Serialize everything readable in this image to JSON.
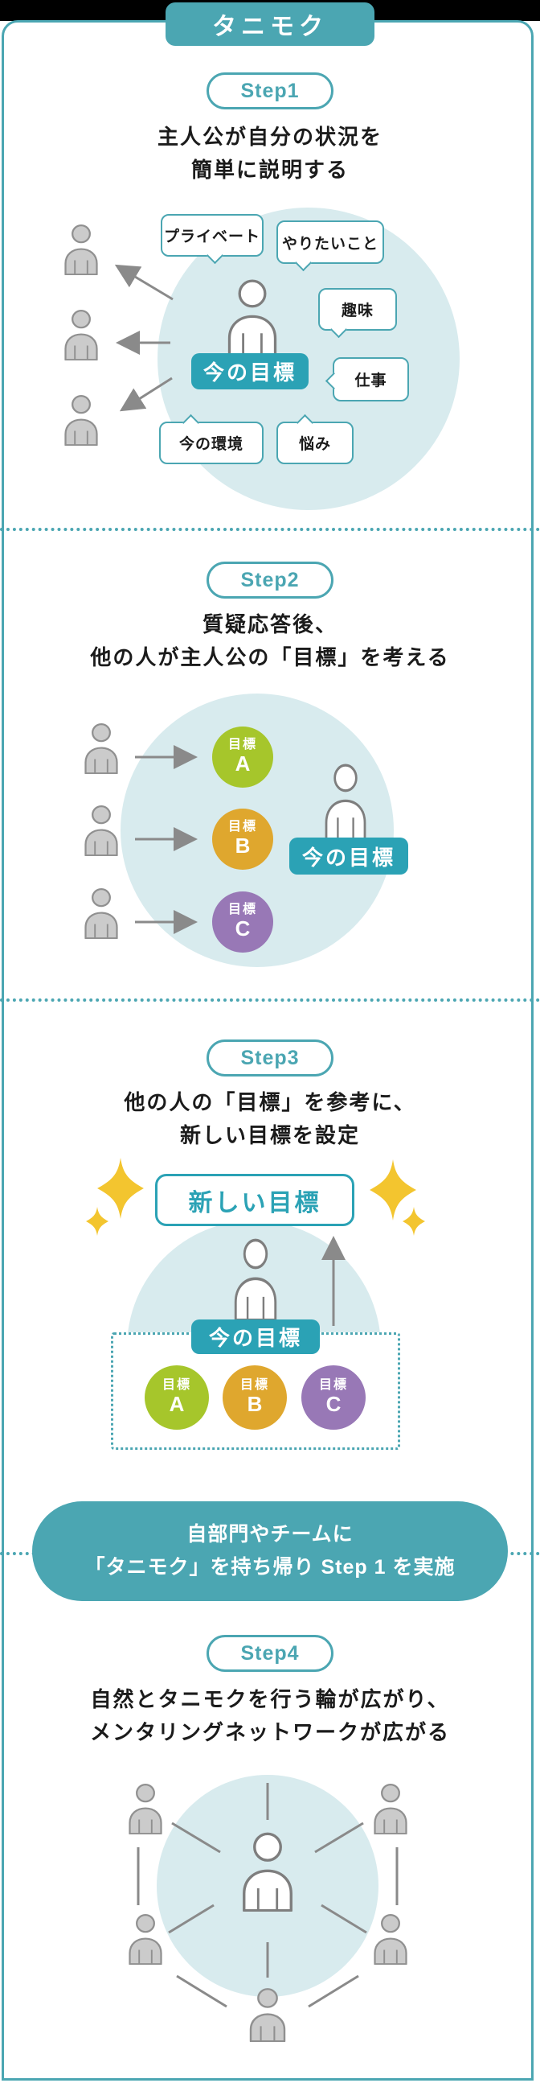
{
  "title": {
    "tab": "タニモク"
  },
  "colors": {
    "accent": "#4BA6B2",
    "accent_deep": "#2BA2B5",
    "light_circle": "#D8EBEE",
    "lime": "#A6C62B",
    "amber": "#DFA72E",
    "purple": "#9878B6",
    "sparkle": "#F3C52F",
    "line_gray": "#8A8A8A",
    "text_dark": "#1B1B1B"
  },
  "step1": {
    "pill": "Step1",
    "heading_lines": [
      "主人公が自分の状況を",
      "簡単に説明する"
    ],
    "bubbles": {
      "private": "プライベート",
      "want": "やりたいこと",
      "hobby": "趣味",
      "work": "仕事",
      "environment": "今の環境",
      "worry": "悩み"
    },
    "current_goal": "今の目標"
  },
  "step2": {
    "pill": "Step2",
    "heading_lines": [
      "質疑応答後、",
      "他の人が主人公の「目標」を考える"
    ],
    "goals": [
      {
        "label": "目標",
        "letter": "A"
      },
      {
        "label": "目標",
        "letter": "B"
      },
      {
        "label": "目標",
        "letter": "C"
      }
    ],
    "current_goal": "今の目標"
  },
  "step3": {
    "pill": "Step3",
    "heading_lines": [
      "他の人の「目標」を参考に、",
      "新しい目標を設定"
    ],
    "new_goal": "新しい目標",
    "current_goal": "今の目標",
    "goals": [
      {
        "label": "目標",
        "letter": "A"
      },
      {
        "label": "目標",
        "letter": "B"
      },
      {
        "label": "目標",
        "letter": "C"
      }
    ]
  },
  "banner": {
    "lines": [
      "自部門やチームに",
      "「タニモク」を持ち帰り Step 1 を実施"
    ]
  },
  "step4": {
    "pill": "Step4",
    "heading_lines": [
      "自然とタニモクを行う輪が広がり、",
      "メンタリングネットワークが広がる"
    ]
  }
}
